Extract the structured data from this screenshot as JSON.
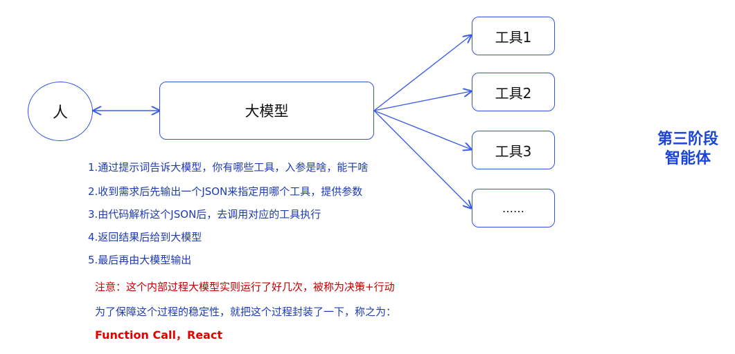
{
  "nodes": {
    "person": "人",
    "llm": "大模型",
    "tools": [
      "工具1",
      "工具2",
      "工具3",
      "……"
    ]
  },
  "steps": [
    "1.通过提示词告诉大模型，你有哪些工具，入参是啥，能干啥",
    "2.收到需求后先输出一个JSON来指定用哪个工具，提供参数",
    "3.由代码解析这个JSON后，去调用对应的工具执行",
    "4.返回结果后给到大模型",
    "5.最后再由大模型输出"
  ],
  "notes": {
    "attention": "注意：这个内部过程大模型实则运行了好几次，被称为决策+行动",
    "stability": "为了保障这个过程的稳定性，就把这个过程封装了一下，称之为：",
    "names": "Function Call，React"
  },
  "stage": {
    "line1": "第三阶段",
    "line2": "智能体"
  },
  "colors": {
    "line": "#3a5de8",
    "steps": "#1d3bb0",
    "attention": "#c00000",
    "stability": "#1d3bb0",
    "names": "#e00000",
    "stage": "#1a44d8"
  }
}
